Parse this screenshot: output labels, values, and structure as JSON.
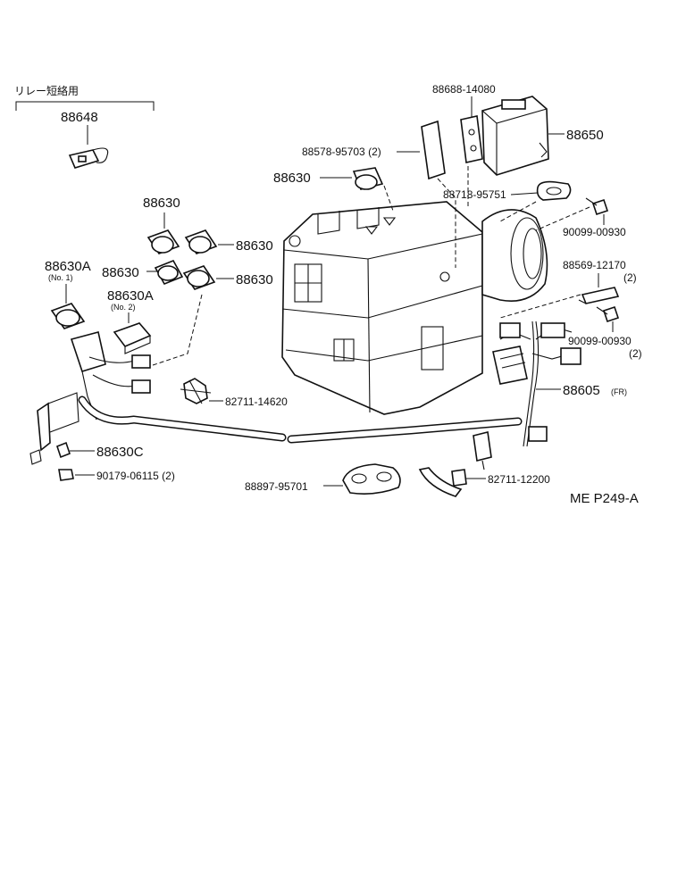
{
  "header": {
    "relay_note": "リレー短絡用",
    "note_part": "88648"
  },
  "labels": {
    "p88688": "88688-14080",
    "p88650": "88650",
    "p88578": "88578-95703 (2)",
    "p88630_top": "88630",
    "p88718": "88718-95751",
    "p88630_a": "88630",
    "p88630_b": "88630",
    "p90099_a": "90099-00930",
    "p88630A1": "88630A",
    "p88630A1_sub": "(No. 1)",
    "p88630_c": "88630",
    "p88630_d": "88630",
    "p88569": "88569-12170",
    "p88569_qty": "(2)",
    "p88630A2": "88630A",
    "p88630A2_sub": "(No. 2)",
    "p90099_b": "90099-00930",
    "p90099_b_qty": "(2)",
    "p82711_a": "82711-14620",
    "p88605": "88605",
    "p88605_sub": "(FR)",
    "p88630C": "88630C",
    "p90179": "90179-06115 (2)",
    "p88897": "88897-95701",
    "p82711_b": "82711-12200",
    "ref_code": "ME P249-A"
  }
}
